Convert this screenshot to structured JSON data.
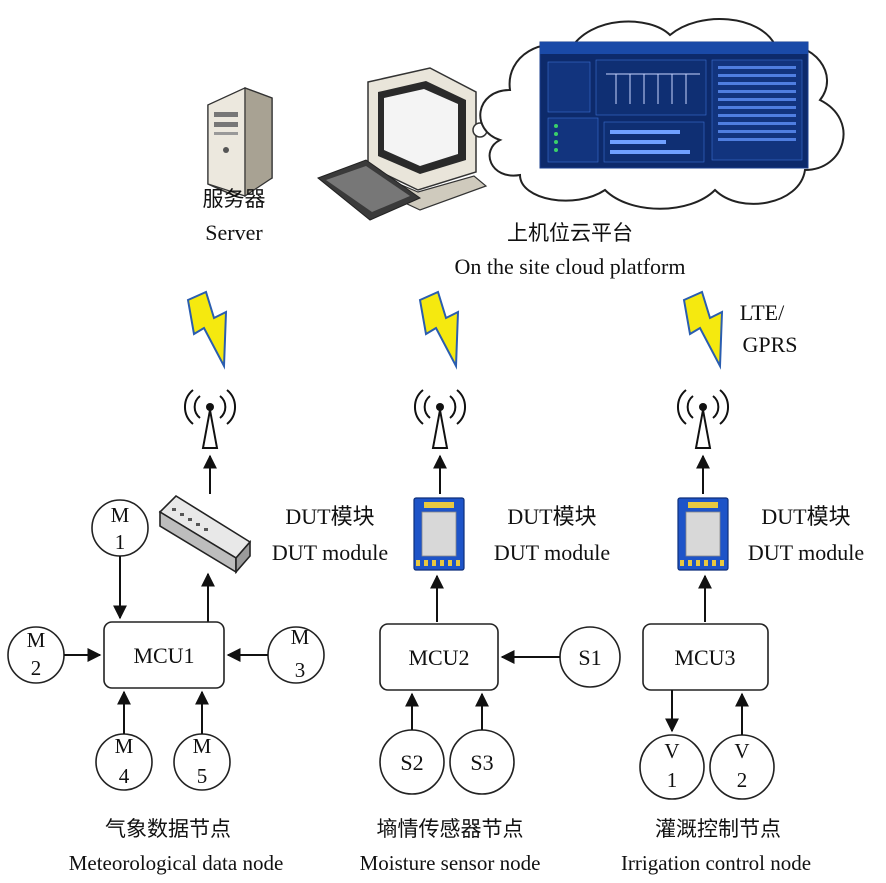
{
  "top": {
    "server_zh": "服务器",
    "server_en": "Server",
    "platform_zh": "上机位云平台",
    "platform_en": "On the site cloud platform",
    "lte_line1": "LTE/",
    "lte_line2": "GPRS"
  },
  "nodes": [
    {
      "mcu": "MCU1",
      "dut_zh": "DUT模块",
      "dut_en": "DUT module",
      "title_zh": "气象数据节点",
      "title_en": "Meteorological data node",
      "sensors": [
        {
          "l1": "M",
          "l2": "1"
        },
        {
          "l1": "M",
          "l2": "2"
        },
        {
          "l1": "M",
          "l2": "3"
        },
        {
          "l1": "M",
          "l2": "4"
        },
        {
          "l1": "M",
          "l2": "5"
        }
      ]
    },
    {
      "mcu": "MCU2",
      "dut_zh": "DUT模块",
      "dut_en": "DUT module",
      "title_zh": "墒情传感器节点",
      "title_en": "Moisture sensor node",
      "sensors": [
        {
          "l1": "S1"
        },
        {
          "l1": "S2"
        },
        {
          "l1": "S3"
        }
      ]
    },
    {
      "mcu": "MCU3",
      "dut_zh": "DUT模块",
      "dut_en": "DUT module",
      "title_zh": "灌溉控制节点",
      "title_en": "Irrigation control node",
      "sensors": [
        {
          "l1": "V",
          "l2": "1"
        },
        {
          "l1": "V",
          "l2": "2"
        }
      ]
    }
  ],
  "colors": {
    "lightning": "#f5e90f",
    "lightning_stroke": "#2a5db0",
    "module_blue": "#1e54c8",
    "screen_bg": "#0d2a6b"
  }
}
